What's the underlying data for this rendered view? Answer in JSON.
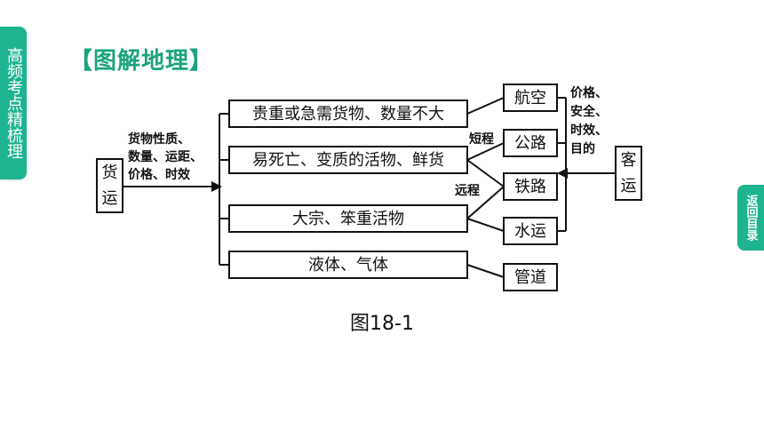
{
  "side_tab": {
    "label": "高频考点精梳理"
  },
  "return_tab": {
    "label": "返回目录"
  },
  "section_title": "【图解地理】",
  "diagram": {
    "freight_label": "货运",
    "freight_factors": [
      "货物性质、",
      "数量、运距、",
      "价格、时效"
    ],
    "categories": [
      "贵重或急需货物、数量不大",
      "易死亡、变质的活物、鲜货",
      "大宗、笨重活物",
      "液体、气体"
    ],
    "modes": [
      "航空",
      "公路",
      "铁路",
      "水运",
      "管道"
    ],
    "short_distance": "短程",
    "long_distance": "远程",
    "passenger_factors": [
      "价格、",
      "安全、",
      "时效、",
      "目的"
    ],
    "passenger_label": "客运"
  },
  "caption": "图18-1",
  "colors": {
    "accent": "#1db48f",
    "title": "#1ca37f"
  }
}
